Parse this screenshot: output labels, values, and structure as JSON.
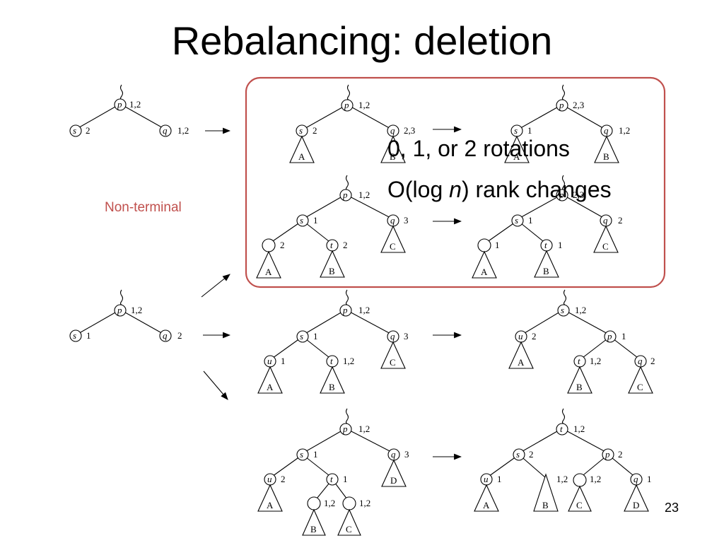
{
  "title": "Rebalancing: deletion",
  "bullets": [
    "0, 1, or 2 rotations",
    "rank changes"
  ],
  "bullet2_prefix": "O(log ",
  "bullet2_var": "n",
  "bullet2_suffix": ") ",
  "side_label": "Non-terminal",
  "page_number": "23",
  "highlight_color": "#c0504d",
  "trees": {
    "a": {
      "p": "p",
      "p_rank": "1,2",
      "s": "s",
      "s_rank": "2",
      "q": "q",
      "q_rank": "1,2"
    },
    "b": {
      "p_rank": "1,2",
      "s_rank": "2",
      "q_rank": "2,3",
      "A": "A",
      "B": "B"
    },
    "c": {
      "p_rank": "2,3",
      "s_rank": "1",
      "q_rank": "1,2",
      "A": "A",
      "B": "B"
    },
    "d": {
      "p_rank": "1,2",
      "s_rank": "1",
      "q_rank": "3",
      "u_rank": "2",
      "t": "t",
      "t_rank": "2",
      "A": "A",
      "B": "B",
      "C": "C"
    },
    "e": {
      "p_rank": "2,3",
      "s_rank": "1",
      "q_rank": "2",
      "u_rank": "1",
      "t_rank": "1",
      "A": "A",
      "B": "B",
      "C": "C"
    },
    "f": {
      "p_rank": "1,2",
      "s_rank": "1",
      "q_rank": "2"
    },
    "g": {
      "p_rank": "1,2",
      "s_rank": "1",
      "q_rank": "3",
      "u": "u",
      "u_rank": "1",
      "t_rank": "1,2",
      "A": "A",
      "B": "B",
      "C": "C"
    },
    "h": {
      "s_rank": "1,2",
      "u_rank": "2",
      "p_rank": "1",
      "t_rank": "1,2",
      "q_rank": "2",
      "A": "A",
      "B": "B",
      "C": "C"
    },
    "i": {
      "p_rank": "1,2",
      "s_rank": "1",
      "q_rank": "3",
      "u_rank": "2",
      "t_rank": "1",
      "l_rank": "1,2",
      "r_rank": "1,2",
      "A": "A",
      "B": "B",
      "C": "C",
      "D": "D"
    },
    "j": {
      "t_rank": "1,2",
      "s_rank": "2",
      "p_rank": "2",
      "u_rank": "1",
      "l_rank": "1,2",
      "r_rank": "1,2",
      "q_rank": "1",
      "A": "A",
      "B": "B",
      "C": "C",
      "D": "D"
    }
  }
}
